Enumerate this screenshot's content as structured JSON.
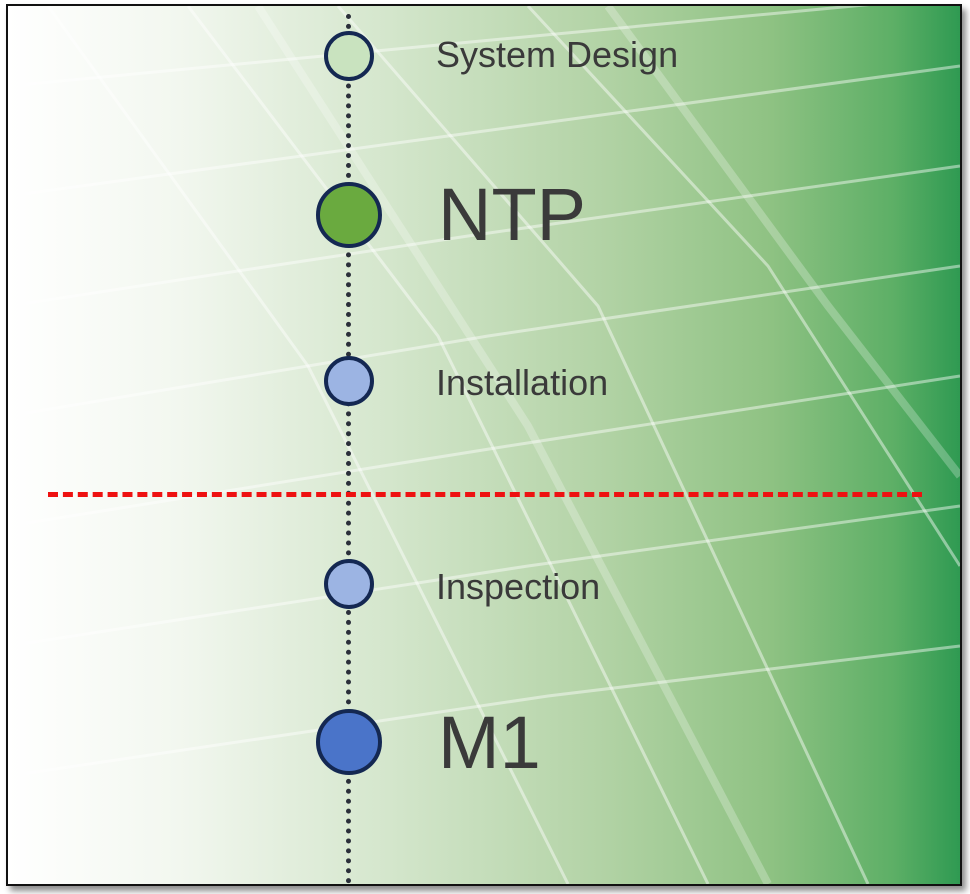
{
  "timeline": {
    "steps": [
      {
        "label": "System Design",
        "kind": "step",
        "color": "#c9e3bf"
      },
      {
        "label": "NTP",
        "kind": "milestone",
        "color": "#6aaa3f"
      },
      {
        "label": "Installation",
        "kind": "step",
        "color": "#9cb4e3"
      },
      {
        "label": "Inspection",
        "kind": "step",
        "color": "#9cb4e3"
      },
      {
        "label": "M1",
        "kind": "milestone",
        "color": "#4a74c9"
      }
    ],
    "line_color": "#2a2f3a",
    "node_border_color": "#142852"
  },
  "cutoff": {
    "color": "#ee1111",
    "style": "dashed"
  },
  "background": {
    "type": "solar-panel-photo",
    "tint": "green-gradient"
  }
}
